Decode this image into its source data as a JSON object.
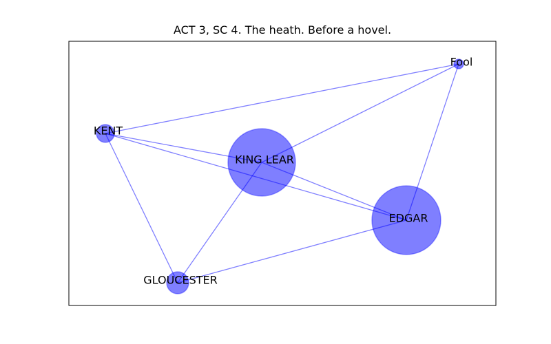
{
  "title": "ACT 3, SC 4. The heath. Before a hovel.",
  "colors": {
    "node_fill": "#0000ff",
    "node_opacity": 0.5,
    "edge": "#0000ff",
    "edge_opacity": 0.5,
    "frame": "#000000"
  },
  "nodes": [
    {
      "id": "fool",
      "label": "Fool",
      "size": "small"
    },
    {
      "id": "kent",
      "label": "KENT",
      "size": "small"
    },
    {
      "id": "king-lear",
      "label": "KING LEAR",
      "size": "large"
    },
    {
      "id": "edgar",
      "label": "EDGAR",
      "size": "large"
    },
    {
      "id": "gloucester",
      "label": "GLOUCESTER",
      "size": "small"
    }
  ],
  "edges": [
    {
      "source": "kent",
      "target": "fool"
    },
    {
      "source": "king-lear",
      "target": "fool"
    },
    {
      "source": "edgar",
      "target": "fool"
    },
    {
      "source": "kent",
      "target": "king-lear"
    },
    {
      "source": "kent",
      "target": "edgar"
    },
    {
      "source": "kent",
      "target": "gloucester"
    },
    {
      "source": "king-lear",
      "target": "edgar"
    },
    {
      "source": "king-lear",
      "target": "gloucester"
    },
    {
      "source": "edgar",
      "target": "gloucester"
    }
  ]
}
